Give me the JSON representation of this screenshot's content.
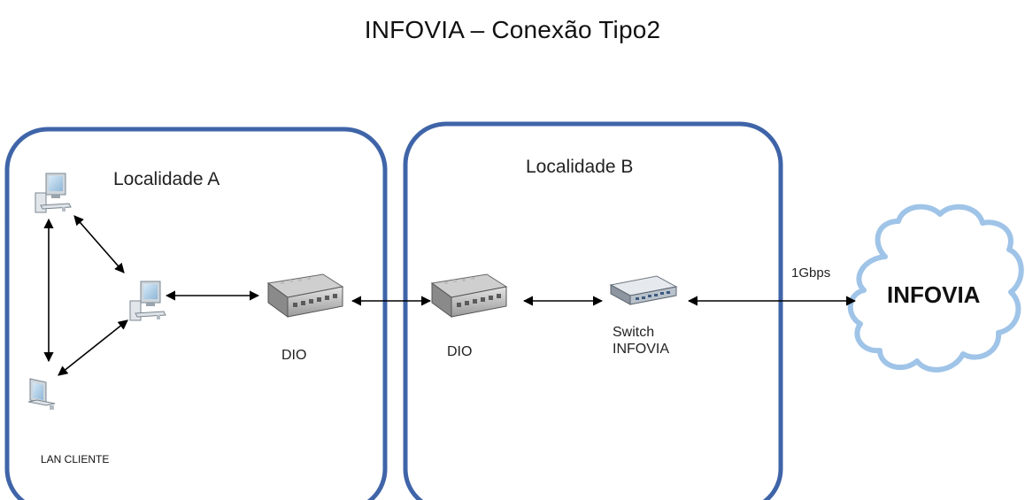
{
  "title": "INFOVIA – Conexão Tipo2",
  "regions": {
    "a": {
      "label": "Localidade A"
    },
    "b": {
      "label": "Localidade B"
    }
  },
  "lan_label": "LAN CLIENTE",
  "devices": {
    "dio_a": "DIO",
    "dio_b": "DIO",
    "switch": [
      "Switch",
      "INFOVIA"
    ]
  },
  "cloud": {
    "label": "INFOVIA"
  },
  "link": {
    "speed": "1Gbps"
  },
  "colors": {
    "region_border": "#3f64a8",
    "cloud_stroke": "#9fc4e8",
    "arrow": "#000000"
  },
  "icons": [
    "desktop-computer-icon",
    "desktop-computer-icon",
    "laptop-icon",
    "patch-panel-icon",
    "patch-panel-icon",
    "network-switch-icon",
    "cloud-icon"
  ]
}
